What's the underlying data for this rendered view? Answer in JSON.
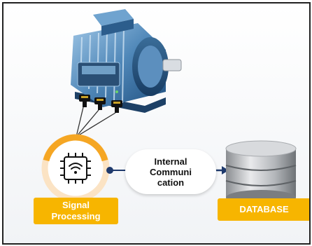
{
  "diagram": {
    "nodes": {
      "motor": {
        "icon": "electric-motor-icon"
      },
      "signal_processing": {
        "icon": "chip-wifi-icon",
        "label_line1": "Signal",
        "label_line2": "Processing"
      },
      "communication": {
        "line1": "Internal",
        "line2": "Communi",
        "line3": "cation"
      },
      "database": {
        "icon": "database-cylinder-icon",
        "label": "DATABASE"
      }
    },
    "colors": {
      "accent": "#f7b500",
      "ring": "#f5a623",
      "ring_faint": "#fbe3c4",
      "arrow": "#1f3a6d",
      "frame": "#222222"
    }
  }
}
